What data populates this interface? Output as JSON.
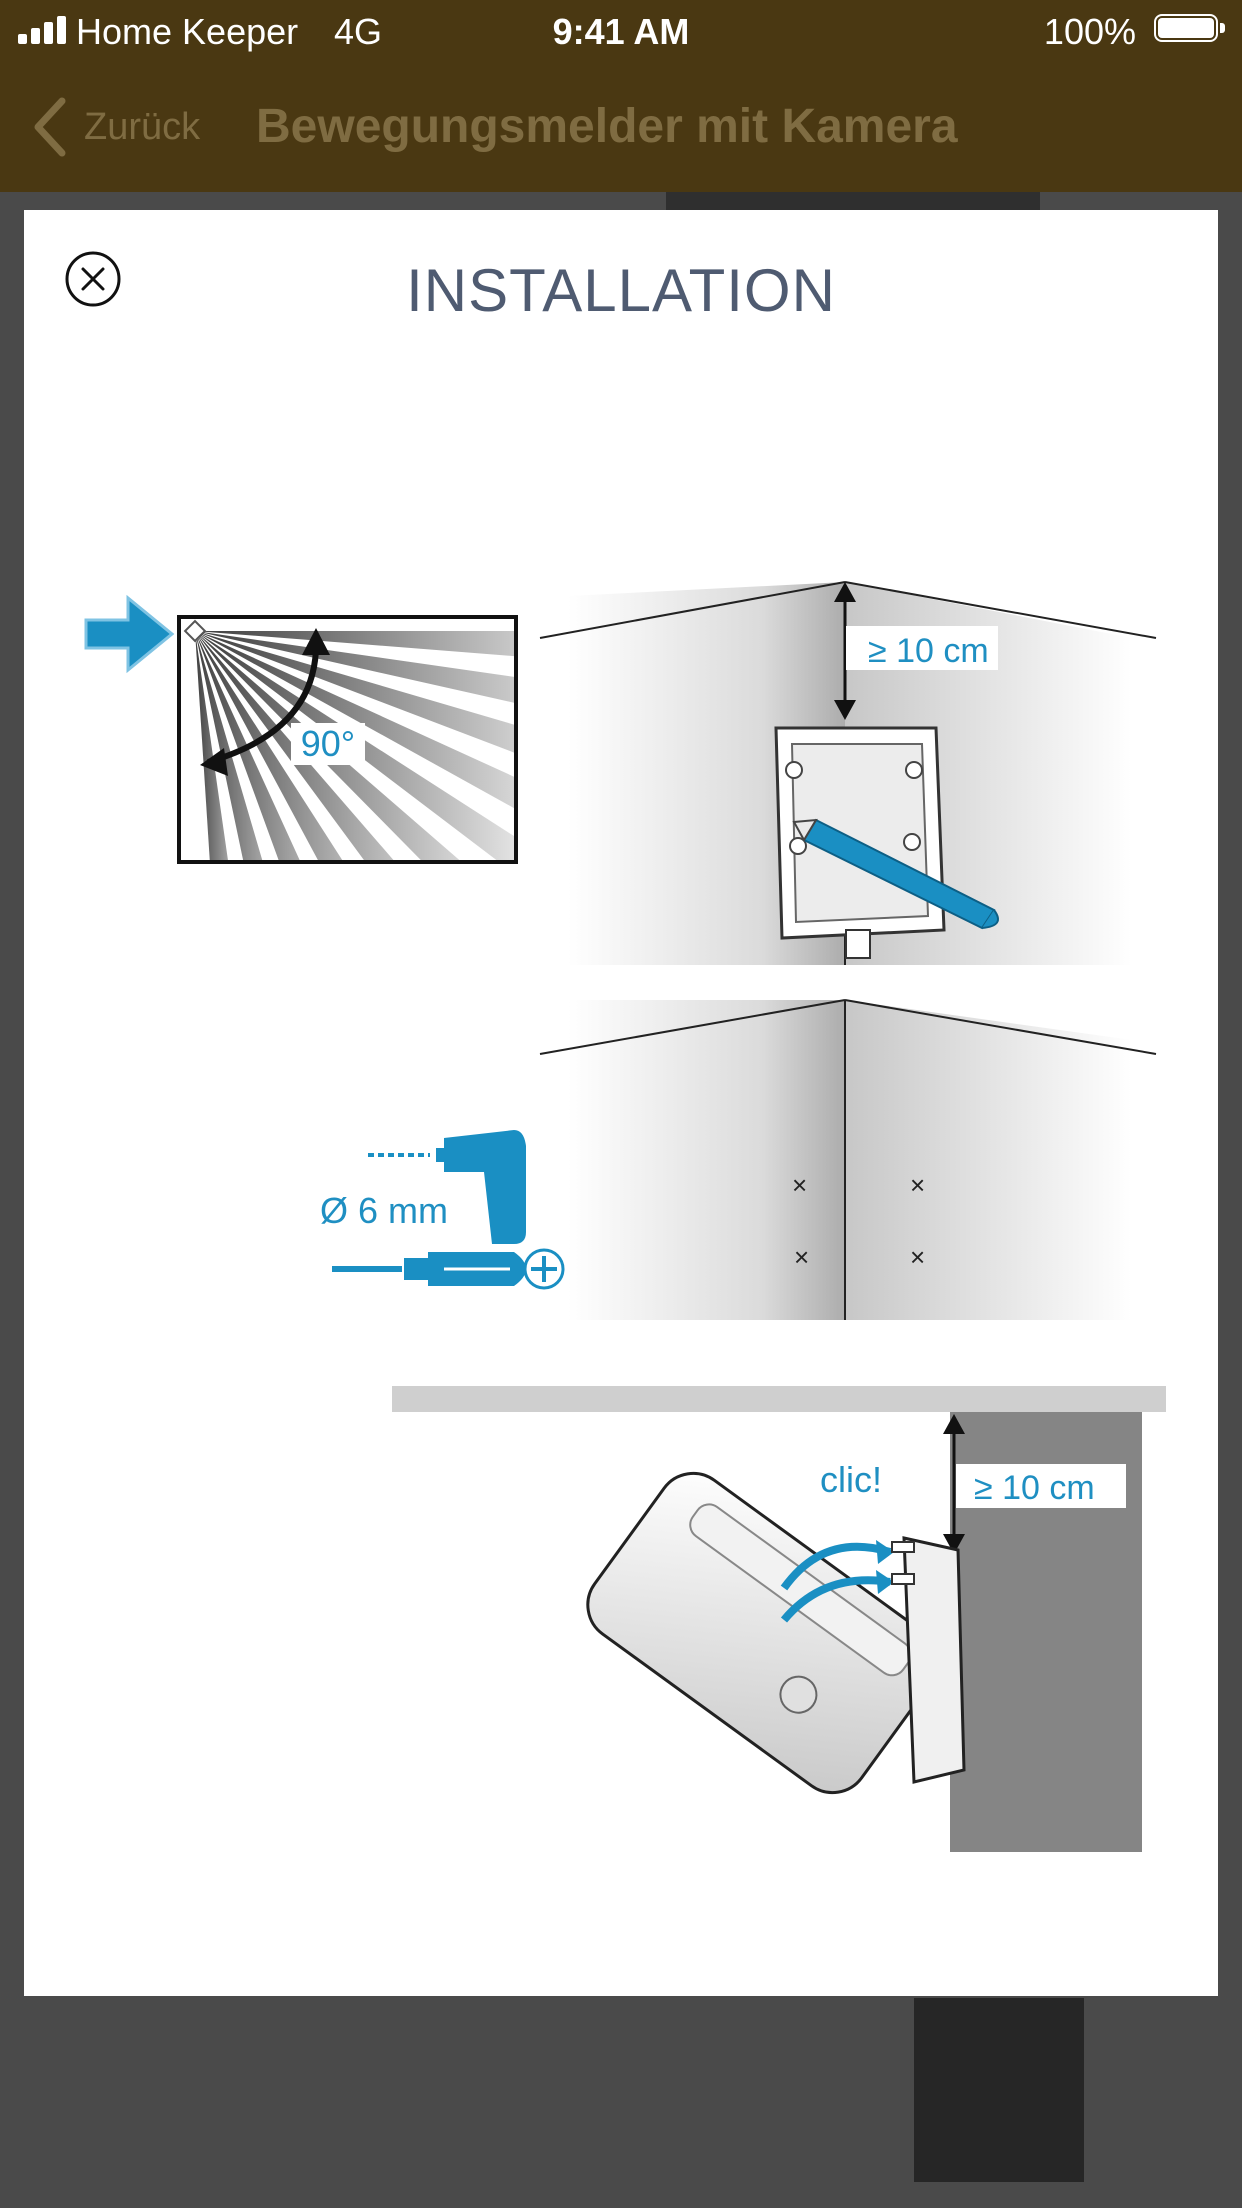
{
  "status_bar": {
    "carrier": "Home Keeper",
    "network": "4G",
    "time": "9:41 AM",
    "battery": "100%"
  },
  "nav": {
    "back_label": "Zurück",
    "title": "Bewegungsmelder mit Kamera"
  },
  "modal": {
    "title": "INSTALLATION",
    "close_icon": "close-circle-icon"
  },
  "illustration": {
    "angle_label": "90°",
    "distance_label_top": "≥ 10 cm",
    "drill_label": "Ø 6 mm",
    "click_label": "clic!",
    "distance_label_bottom": "≥ 10 cm",
    "accent_color": "#1a8fc3",
    "icons": [
      "arrow-right-icon",
      "drill-icon",
      "screwdriver-icon",
      "phillips-icon",
      "pencil-icon"
    ]
  }
}
